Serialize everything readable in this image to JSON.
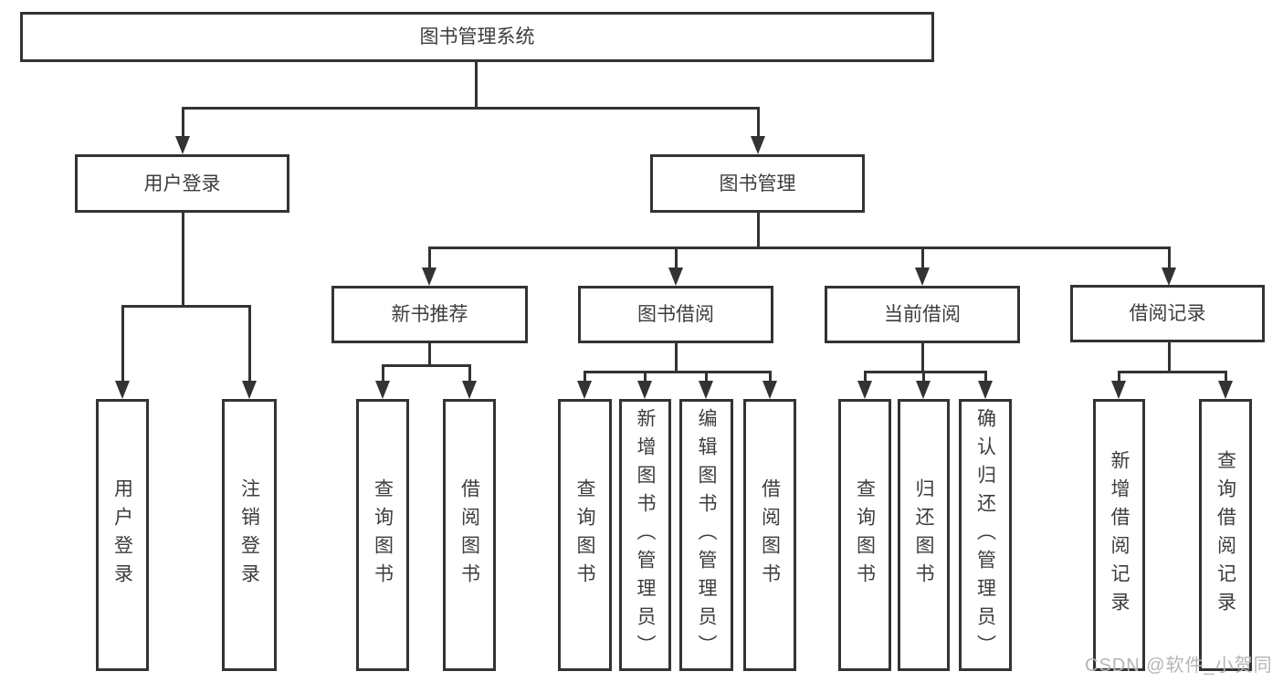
{
  "nodes": {
    "root": {
      "label": "图书管理系统"
    },
    "login": {
      "label": "用户登录"
    },
    "book_mgmt": {
      "label": "图书管理"
    },
    "new_book": {
      "label": "新书推荐"
    },
    "book_borrow": {
      "label": "图书借阅"
    },
    "current_borrow": {
      "label": "当前借阅"
    },
    "borrow_records": {
      "label": "借阅记录"
    },
    "leaves": {
      "login_user": "用户登录",
      "logout": "注销登录",
      "nb_query": "查询图书",
      "nb_borrow": "借阅图书",
      "bb_query": "查询图书",
      "bb_add": "新增图书（管理员）",
      "bb_edit": "编辑图书（管理员）",
      "bb_borrow": "借阅图书",
      "cb_query": "查询图书",
      "cb_return": "归还图书",
      "cb_confirm": "确认归还（管理员）",
      "br_add": "新增借阅记录",
      "br_query": "查询借阅记录"
    }
  },
  "watermark": {
    "text": "CSDN @软件_小贺同学"
  },
  "colors": {
    "line": "#333333",
    "border": "#333333",
    "text": "#3d3d3d",
    "watermark": "#b5b5b5",
    "background": "#ffffff"
  }
}
